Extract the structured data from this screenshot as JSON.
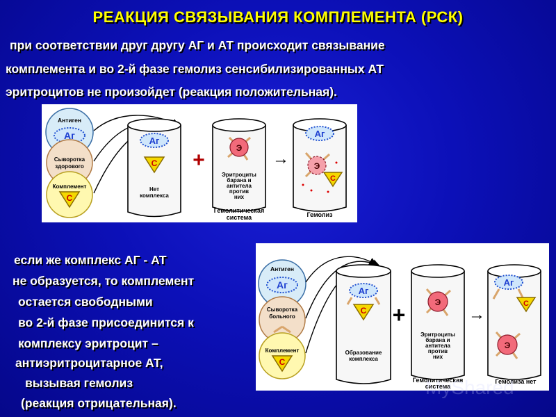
{
  "title": "РЕАКЦИЯ СВЯЗЫВАНИЯ КОМПЛЕМЕНТА (РСК)",
  "top_lines": [
    "при соответствии друг другу АГ и АТ происходит связывание",
    "комплемента и  во 2-й фазе гемолиз сенсибилизированных АТ",
    "эритроцитов не произойдет  (реакция положительная)."
  ],
  "bottom_lines": [
    "если же комплекс АГ - АТ",
    "не образуется, то комплемент",
    "остается свободными",
    "во 2-й  фазе присоединится к",
    "комплексу эритроцит –",
    "антиэритроцитарное АТ,",
    "вызывая гемолиз",
    "(реакция отрицательная)."
  ],
  "diagram_top": {
    "circles": [
      "Антиген",
      "Сыворотка здорового",
      "Комплемент"
    ],
    "circle_symbols": [
      "Аг",
      "С"
    ],
    "tube1_symbols": [
      "Аг",
      "С"
    ],
    "tube1_label": [
      "Нет",
      "комплекса"
    ],
    "tube2_symbol": "Э",
    "tube2_label": [
      "Эритроциты",
      "барана и",
      "антитела",
      "против",
      "них"
    ],
    "tube3_symbols": [
      "Аг",
      "Э",
      "С"
    ],
    "caption_system": [
      "Гемолитическая",
      "система"
    ],
    "caption_result": "Гемолиз",
    "plus": "+",
    "arrow": "→"
  },
  "diagram_bottom": {
    "circles": [
      "Антиген",
      "Сыворотка больного",
      "Комплемент"
    ],
    "circle_symbols": [
      "Аг",
      "С"
    ],
    "tube1_symbols": [
      "Аг",
      "С"
    ],
    "tube1_label": [
      "Образование",
      "комплекса"
    ],
    "tube2_symbol": "Э",
    "tube2_label": [
      "Эритроциты",
      "барана и",
      "антитела",
      "против",
      "них"
    ],
    "tube3_symbols": [
      "Аг",
      "С",
      "Э"
    ],
    "caption_system": [
      "Гемолитическая",
      "система"
    ],
    "caption_result": "Гемолиза нет",
    "plus": "+",
    "arrow": "→"
  },
  "watermark": "MyShared",
  "colors": {
    "background": "#0c10b8",
    "title": "#ffff00",
    "text": "#ffffff",
    "antigen_fill": "#d8ecf8",
    "serum_fill": "#f3dfc9",
    "complement_fill": "#fff8b0",
    "triangle": "#f5d800",
    "erythrocyte": "#f26a7a",
    "antibody": "#d9a56b"
  }
}
